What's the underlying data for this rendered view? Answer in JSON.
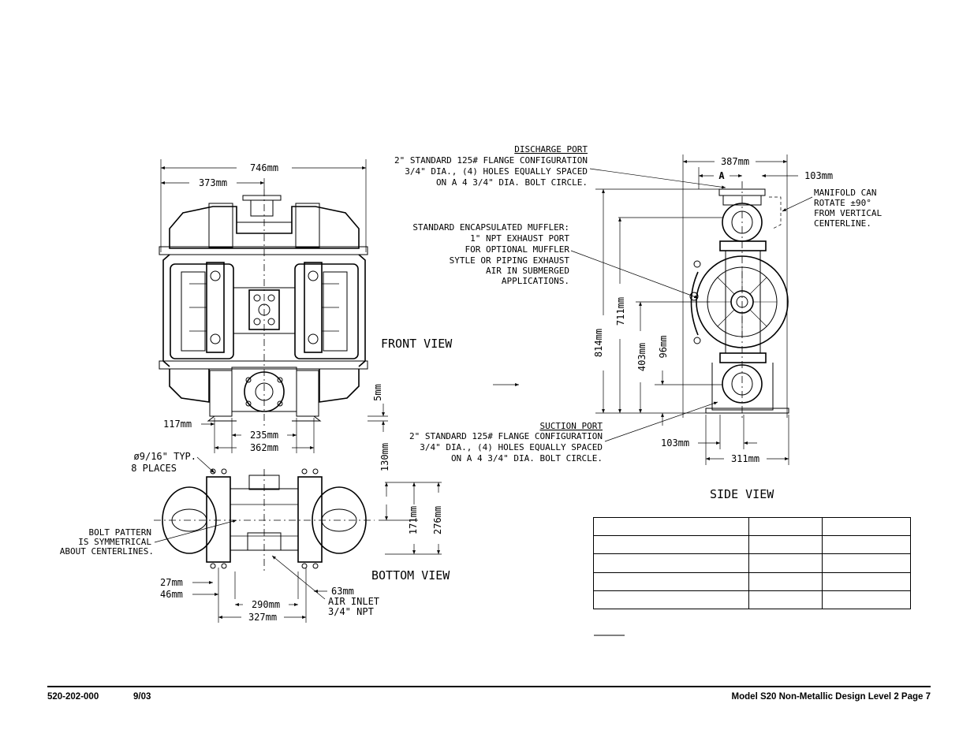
{
  "front_view": {
    "title": "FRONT VIEW",
    "dims": {
      "overall_width": "746mm",
      "half_width": "373mm",
      "left_offset": "117mm",
      "inner_span": "235mm",
      "outer_span": "362mm",
      "foot_height": "5mm"
    }
  },
  "bottom_view": {
    "title": "BOTTOM VIEW",
    "dims": {
      "depth_130": "130mm",
      "depth_171": "171mm",
      "depth_276": "276mm",
      "offset_27": "27mm",
      "offset_46": "46mm",
      "span_290": "290mm",
      "span_327": "327mm",
      "air_inlet_offset": "63mm"
    },
    "notes": {
      "holes_1": "ø9/16\" TYP.",
      "holes_2": "8 PLACES",
      "bolt_1": "BOLT PATTERN",
      "bolt_2": "IS SYMMETRICAL",
      "bolt_3": "ABOUT CENTERLINES.",
      "air_1": "AIR INLET",
      "air_2": "3/4\" NPT"
    }
  },
  "discharge_port": {
    "title": "DISCHARGE PORT",
    "line1": "2\" STANDARD 125# FLANGE CONFIGURATION",
    "line2": "3/4\" DIA., (4) HOLES EQUALLY SPACED",
    "line3": "ON A 4 3/4\" DIA. BOLT CIRCLE."
  },
  "muffler": {
    "line1": "STANDARD ENCAPSULATED MUFFLER:",
    "line2": "1\" NPT EXHAUST PORT",
    "line3": "FOR OPTIONAL MUFFLER",
    "line4": "SYTLE OR PIPING EXHAUST",
    "line5": "AIR IN SUBMERGED",
    "line6": "APPLICATIONS."
  },
  "suction_port": {
    "title": "SUCTION PORT",
    "line1": "2\" STANDARD 125# FLANGE CONFIGURATION",
    "line2": "3/4\" DIA., (4) HOLES EQUALLY SPACED",
    "line3": "ON A 4 3/4\" DIA. BOLT CIRCLE."
  },
  "side_view": {
    "title": "SIDE VIEW",
    "dims": {
      "overall_width": "387mm",
      "section_marker": "A",
      "top_offset": "103mm",
      "bottom_offset": "103mm",
      "base_width": "311mm",
      "h_814": "814mm",
      "h_711": "711mm",
      "h_403": "403mm",
      "h_96": "96mm"
    },
    "manifold_1": "MANIFOLD CAN",
    "manifold_2": "ROTATE ±90°",
    "manifold_3": "FROM VERTICAL",
    "manifold_4": "CENTERLINE."
  },
  "footer": {
    "doc_number": "520-202-000",
    "date": "9/03",
    "title": "Model S20 Non-Metallic Design Level 2 Page 7"
  }
}
